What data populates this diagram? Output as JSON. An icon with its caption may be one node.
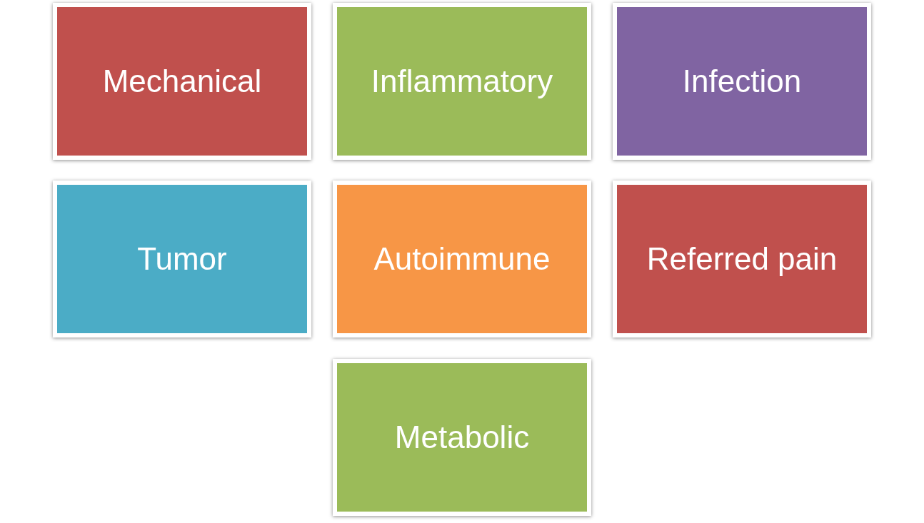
{
  "diagram": {
    "nodes": [
      {
        "text": [
          "Mechanical"
        ]
      },
      {
        "text": [
          "Inflammatory"
        ]
      },
      {
        "text": [
          "Infection"
        ]
      },
      {
        "text": [
          "Tumor"
        ]
      },
      {
        "text": [
          "Autoimmune"
        ]
      },
      {
        "text": [
          "Referred pain"
        ]
      },
      {
        "text": [
          "Metabolic"
        ]
      }
    ]
  }
}
